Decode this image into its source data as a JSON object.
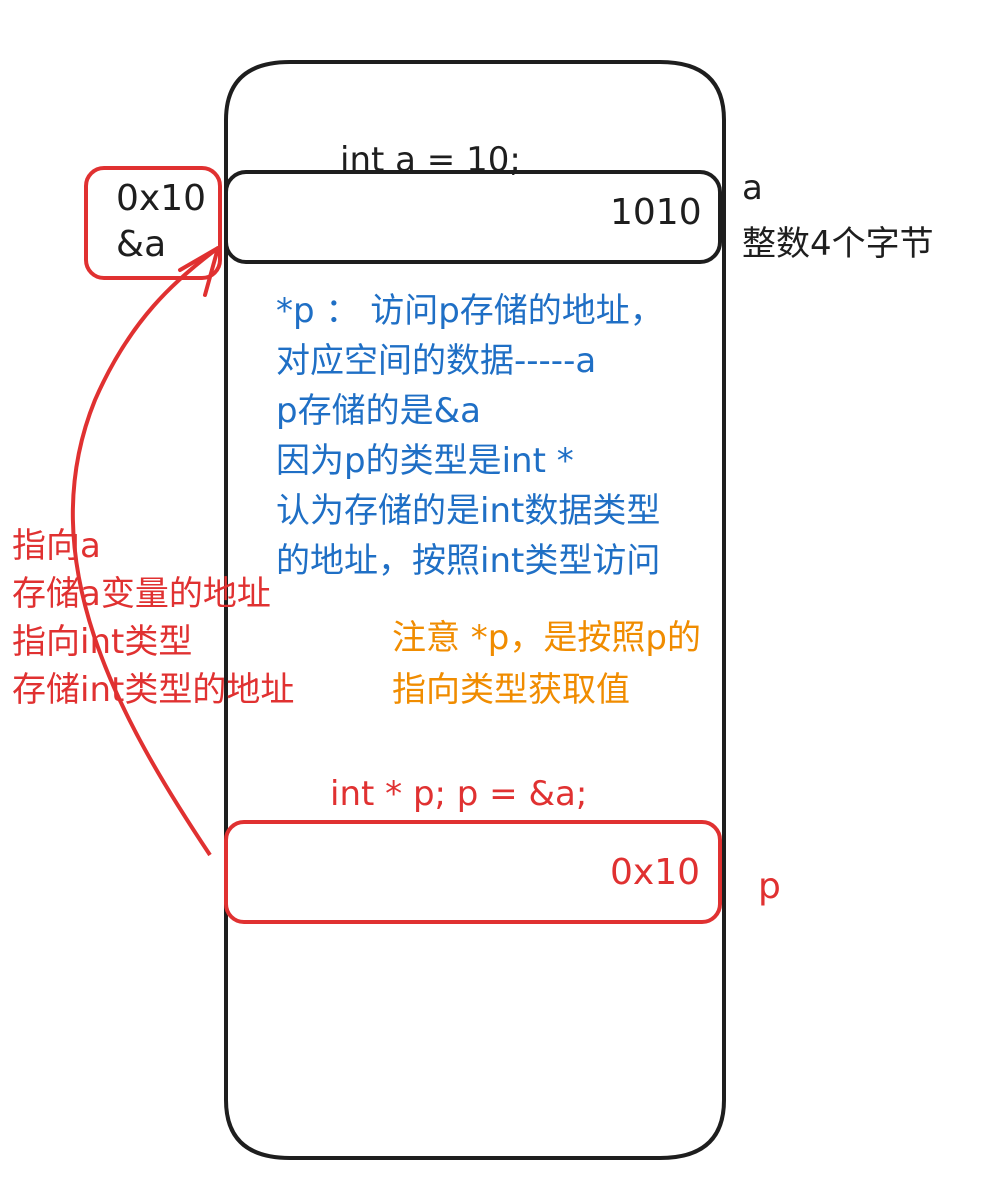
{
  "colors": {
    "ink": "#1e1e1e",
    "red": "#e03131",
    "blue": "#1f6fc5",
    "orange": "#f08c00"
  },
  "memory": {
    "decl_a": "int a = 10;",
    "cell_a_value": "1010",
    "label_a": "a",
    "label_a_desc": "整数4个字节",
    "decl_p": "int * p; p = &a;",
    "cell_p_value": "0x10",
    "label_p": "p"
  },
  "address_box": {
    "line1": "0x10",
    "line2": "&a"
  },
  "blue_note": [
    "*p ： 访问p存储的地址，",
    "对应空间的数据-----a",
    "p存储的是&a",
    "因为p的类型是int *",
    "认为存储的是int数据类型",
    "的地址，按照int类型访问"
  ],
  "red_note": [
    "指向a",
    "存储a变量的地址",
    "指向int类型",
    "存储int类型的地址"
  ],
  "orange_note": [
    "注意 *p，是按照p的",
    "指向类型获取值"
  ]
}
